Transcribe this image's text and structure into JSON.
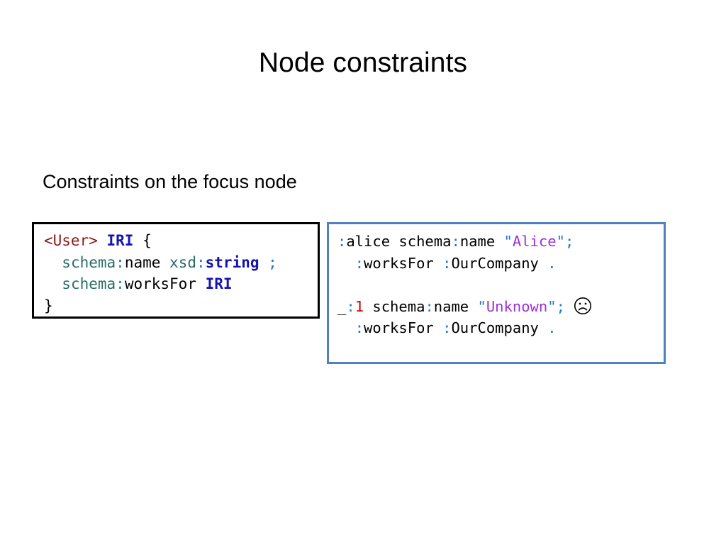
{
  "slide": {
    "title": "Node constraints",
    "subtitle": "Constraints on the focus node"
  },
  "colors": {
    "shape_maroon": "#8C1A1A",
    "keyword_blue": "#1414B4",
    "prefix_teal": "#286C68",
    "punct_blue": "#2277CC",
    "literal_purple": "#9B30D9",
    "number_red": "#D00000",
    "turtle_box_border": "#4F81BD",
    "shex_box_border": "#000000",
    "text_black": "#000000"
  },
  "shex_box": {
    "name": "shex-schema-box",
    "lines": [
      {
        "tokens": [
          {
            "t": "<User>",
            "c": "shape"
          },
          {
            "t": " ",
            "c": "plain"
          },
          {
            "t": "IRI",
            "c": "kw"
          },
          {
            "t": " ",
            "c": "plain"
          },
          {
            "t": "{",
            "c": "brace"
          }
        ]
      },
      {
        "tokens": [
          {
            "t": "  ",
            "c": "plain"
          },
          {
            "t": "schema",
            "c": "prefix"
          },
          {
            "t": ":",
            "c": "punct"
          },
          {
            "t": "name",
            "c": "local"
          },
          {
            "t": " ",
            "c": "plain"
          },
          {
            "t": "xsd",
            "c": "prefix"
          },
          {
            "t": ":",
            "c": "punct"
          },
          {
            "t": "string",
            "c": "kw"
          },
          {
            "t": " ",
            "c": "plain"
          },
          {
            "t": ";",
            "c": "punct"
          }
        ]
      },
      {
        "tokens": [
          {
            "t": "  ",
            "c": "plain"
          },
          {
            "t": "schema",
            "c": "prefix"
          },
          {
            "t": ":",
            "c": "punct"
          },
          {
            "t": "worksFor",
            "c": "local"
          },
          {
            "t": " ",
            "c": "plain"
          },
          {
            "t": "IRI",
            "c": "kw"
          }
        ]
      },
      {
        "tokens": [
          {
            "t": "}",
            "c": "brace"
          }
        ]
      }
    ],
    "plain_text": "<User> IRI {\n  schema:name xsd:string ;\n  schema:worksFor IRI\n}"
  },
  "turtle_box": {
    "name": "turtle-data-box",
    "lines": [
      {
        "tokens": [
          {
            "t": ":",
            "c": "punct"
          },
          {
            "t": "alice",
            "c": "local"
          },
          {
            "t": " ",
            "c": "plain"
          },
          {
            "t": "schema",
            "c": "local"
          },
          {
            "t": ":",
            "c": "punct"
          },
          {
            "t": "name",
            "c": "local"
          },
          {
            "t": " ",
            "c": "plain"
          },
          {
            "t": "\"",
            "c": "punct"
          },
          {
            "t": "Alice",
            "c": "literal"
          },
          {
            "t": "\"",
            "c": "punct"
          },
          {
            "t": ";",
            "c": "punct"
          }
        ]
      },
      {
        "tokens": [
          {
            "t": "  ",
            "c": "plain"
          },
          {
            "t": ":",
            "c": "punct"
          },
          {
            "t": "worksFor",
            "c": "local"
          },
          {
            "t": " ",
            "c": "plain"
          },
          {
            "t": ":",
            "c": "punct"
          },
          {
            "t": "OurCompany",
            "c": "local"
          },
          {
            "t": " ",
            "c": "plain"
          },
          {
            "t": ".",
            "c": "punct"
          }
        ]
      },
      {
        "blank": true,
        "tokens": []
      },
      {
        "marker": "sad-face",
        "tokens": [
          {
            "t": "_",
            "c": "local"
          },
          {
            "t": ":",
            "c": "punct"
          },
          {
            "t": "1",
            "c": "num"
          },
          {
            "t": " ",
            "c": "plain"
          },
          {
            "t": "schema",
            "c": "local"
          },
          {
            "t": ":",
            "c": "punct"
          },
          {
            "t": "name",
            "c": "local"
          },
          {
            "t": " ",
            "c": "plain"
          },
          {
            "t": "\"",
            "c": "punct"
          },
          {
            "t": "Unknown",
            "c": "literal"
          },
          {
            "t": "\"",
            "c": "punct"
          },
          {
            "t": ";",
            "c": "punct"
          }
        ]
      },
      {
        "tokens": [
          {
            "t": "  ",
            "c": "plain"
          },
          {
            "t": ":",
            "c": "punct"
          },
          {
            "t": "worksFor",
            "c": "local"
          },
          {
            "t": " ",
            "c": "plain"
          },
          {
            "t": ":",
            "c": "punct"
          },
          {
            "t": "OurCompany",
            "c": "local"
          },
          {
            "t": " ",
            "c": "plain"
          },
          {
            "t": ".",
            "c": "punct"
          }
        ]
      }
    ],
    "plain_text": ":alice schema:name \"Alice\";\n  :worksFor :OurCompany .\n\n_:1 schema:name \"Unknown\";\n  :worksFor :OurCompany .",
    "sad_face_label": "frowning-face"
  }
}
